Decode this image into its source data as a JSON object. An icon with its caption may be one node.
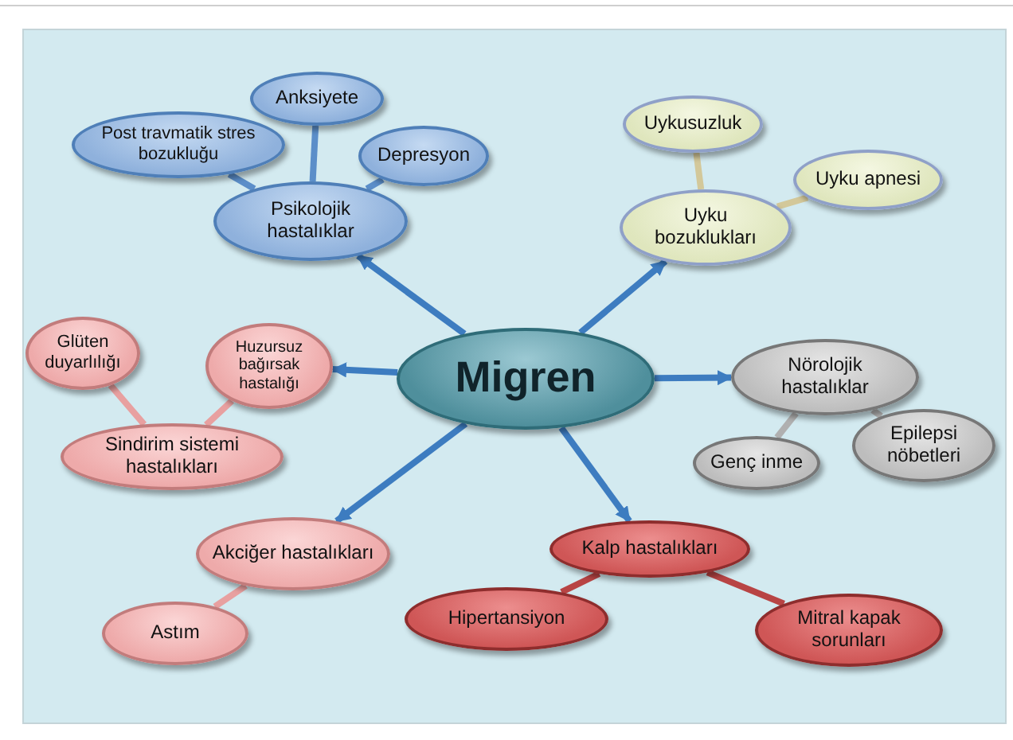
{
  "diagram": {
    "nodes": [
      {
        "text": [
          "Migren"
        ]
      },
      {
        "text": [
          "Psikolojik hastalıklar"
        ]
      },
      {
        "text": [
          "Anksiyete"
        ]
      },
      {
        "text": [
          "Post travmatik stres bozukluğu"
        ]
      },
      {
        "text": [
          "Depresyon"
        ]
      },
      {
        "text": [
          "Uyku bozuklukları"
        ]
      },
      {
        "text": [
          "Uykusuzluk"
        ]
      },
      {
        "text": [
          "Uyku apnesi"
        ]
      },
      {
        "text": [
          "Glüten duyarlılığı"
        ]
      },
      {
        "text": [
          "Huzursuz bağırsak hastalığı"
        ]
      },
      {
        "text": [
          "Sindirim sistemi hastalıkları"
        ]
      },
      {
        "text": [
          "Nörolojik hastalıklar"
        ]
      },
      {
        "text": [
          "Genç inme"
        ]
      },
      {
        "text": [
          "Epilepsi nöbetleri"
        ]
      },
      {
        "text": [
          "Akciğer hastalıkları"
        ]
      },
      {
        "text": [
          "Astım"
        ]
      },
      {
        "text": [
          "Kalp hastalıkları"
        ]
      },
      {
        "text": [
          "Hipertansiyon"
        ]
      },
      {
        "text": [
          "Mitral kapak sorunları"
        ]
      }
    ],
    "edges": [
      {
        "from": 0,
        "to": 1,
        "arrow": "to",
        "color": "#3d7cc0"
      },
      {
        "from": 0,
        "to": 5,
        "arrow": "to",
        "color": "#3d7cc0"
      },
      {
        "from": 0,
        "to": 9,
        "arrow": "to",
        "color": "#3d7cc0"
      },
      {
        "from": 0,
        "to": 11,
        "arrow": "to",
        "color": "#3d7cc0"
      },
      {
        "from": 0,
        "to": 14,
        "arrow": "to",
        "color": "#3d7cc0"
      },
      {
        "from": 0,
        "to": 16,
        "arrow": "to",
        "color": "#3d7cc0"
      },
      {
        "from": 1,
        "to": 2,
        "arrow": "none",
        "color": "#5b8ec9"
      },
      {
        "from": 1,
        "to": 3,
        "arrow": "none",
        "color": "#5b8ec9"
      },
      {
        "from": 1,
        "to": 4,
        "arrow": "none",
        "color": "#5b8ec9"
      },
      {
        "from": 5,
        "to": 6,
        "arrow": "none",
        "color": "#d3c89a"
      },
      {
        "from": 5,
        "to": 7,
        "arrow": "none",
        "color": "#d3c89a"
      },
      {
        "from": 10,
        "to": 8,
        "arrow": "none",
        "color": "#e8a0a0"
      },
      {
        "from": 10,
        "to": 9,
        "arrow": "none",
        "color": "#e8a0a0"
      },
      {
        "from": 11,
        "to": 12,
        "arrow": "none",
        "color": "#b0b0b0"
      },
      {
        "from": 11,
        "to": 13,
        "arrow": "none",
        "color": "#b0b0b0"
      },
      {
        "from": 14,
        "to": 15,
        "arrow": "none",
        "color": "#e8a0a0"
      },
      {
        "from": 16,
        "to": 17,
        "arrow": "none",
        "color": "#b84444"
      },
      {
        "from": 16,
        "to": 18,
        "arrow": "none",
        "color": "#b84444"
      }
    ]
  }
}
